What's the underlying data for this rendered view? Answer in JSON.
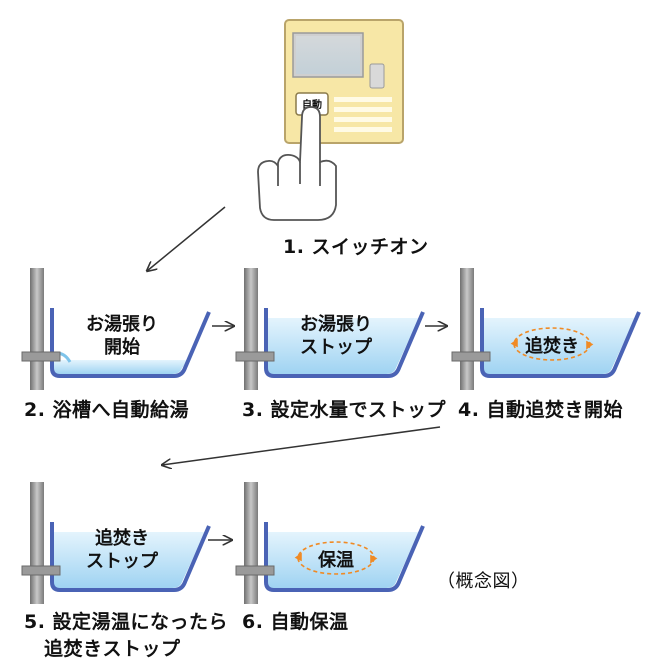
{
  "panel": {
    "button_label": "自動"
  },
  "steps": [
    {
      "caption": "1. スイッチオン"
    },
    {
      "caption": "2. 浴槽へ自動給湯",
      "tub_text": [
        "お湯張り",
        "開始"
      ]
    },
    {
      "caption": "3. 設定水量でストップ",
      "tub_text": [
        "お湯張り",
        "ストップ"
      ]
    },
    {
      "caption": "4. 自動追焚き開始",
      "tub_text": [
        "追焚き"
      ]
    },
    {
      "caption_lines": [
        "5. 設定湯温になったら",
        "追焚きストップ"
      ],
      "tub_text": [
        "追焚き",
        "ストップ"
      ]
    },
    {
      "caption": "6. 自動保温",
      "tub_text": [
        "保温"
      ]
    }
  ],
  "note": "（概念図）",
  "colors": {
    "water": "#bfe3f7",
    "tub_outline": "#4a63b5",
    "pipe": "#8c8c8c",
    "panel": "#f7e7a6",
    "circulation": "#f08a24"
  }
}
